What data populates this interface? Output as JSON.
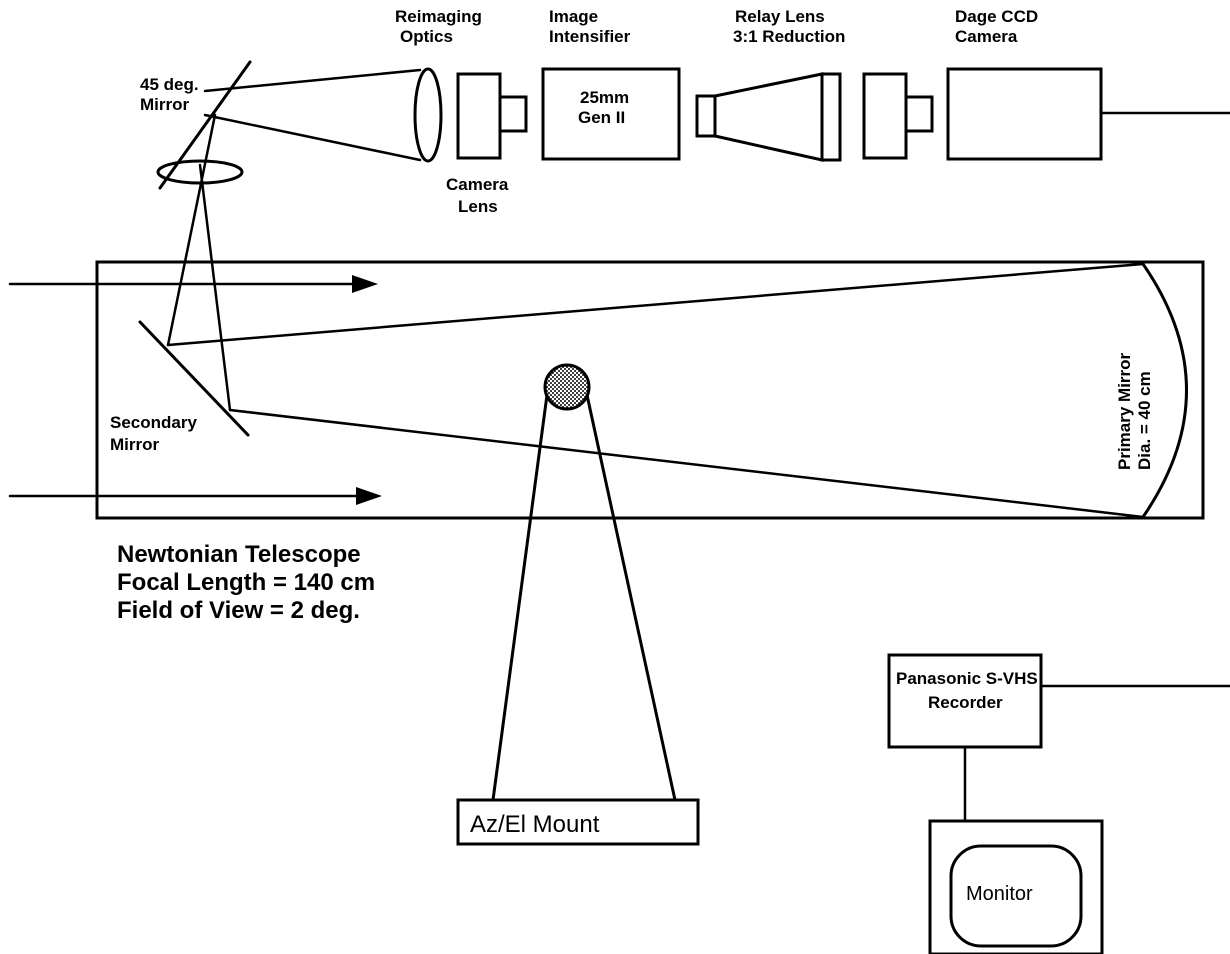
{
  "labels": {
    "reimaging_optics": [
      "Reimaging",
      "Optics"
    ],
    "image_intensifier": [
      "Image",
      "Intensifier"
    ],
    "relay_lens": [
      "Relay Lens",
      "3:1 Reduction"
    ],
    "dage_ccd_camera": [
      "Dage CCD",
      "Camera"
    ],
    "mirror_45": [
      "45 deg.",
      "Mirror"
    ],
    "intensifier_spec": [
      "25mm",
      "Gen II"
    ],
    "camera_lens": [
      "Camera",
      "Lens"
    ],
    "secondary_mirror": [
      "Secondary",
      "Mirror"
    ],
    "primary_mirror": [
      "Primary Mirror",
      "Dia. = 40 cm"
    ],
    "telescope_specs": [
      "Newtonian Telescope",
      "Focal Length = 140 cm",
      "Field of View = 2 deg."
    ],
    "recorder": [
      "Panasonic S-VHS",
      "Recorder"
    ],
    "monitor": "Monitor",
    "mount": "Az/El Mount"
  }
}
